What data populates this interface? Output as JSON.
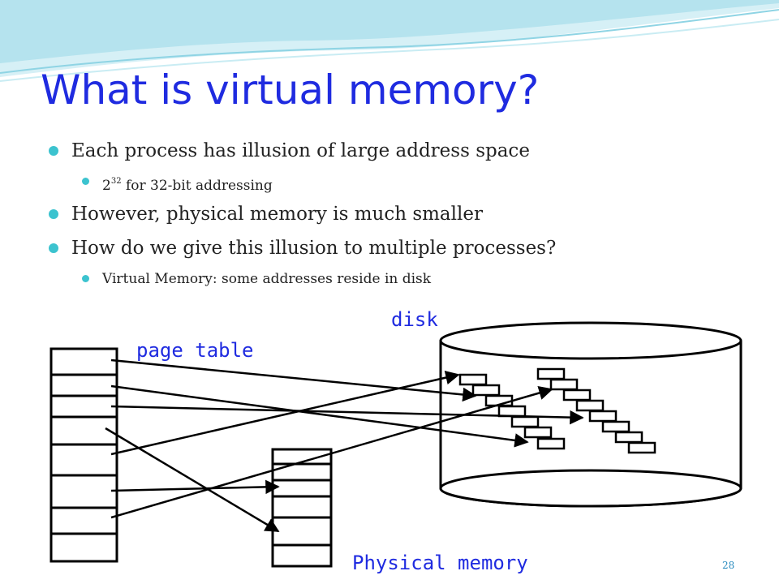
{
  "title": "What is virtual memory?",
  "bullets": [
    {
      "level": 1,
      "text": "Each process has illusion of large address space"
    },
    {
      "level": 2,
      "base": "2",
      "sup": "32",
      "text": " for 32-bit addressing"
    },
    {
      "level": 1,
      "text": "However, physical memory is much smaller"
    },
    {
      "level": 1,
      "text": "How do we give this illusion to multiple processes?"
    },
    {
      "level": 2,
      "text": "Virtual Memory: some addresses reside in disk"
    }
  ],
  "diagram": {
    "label_disk": "disk",
    "label_page_table": "page table",
    "label_physical_memory": "Physical memory"
  },
  "page_number": "28",
  "colors": {
    "title": "#1f2be0",
    "bullet": "#3cc3cf",
    "wave": "#8fd4e4"
  }
}
